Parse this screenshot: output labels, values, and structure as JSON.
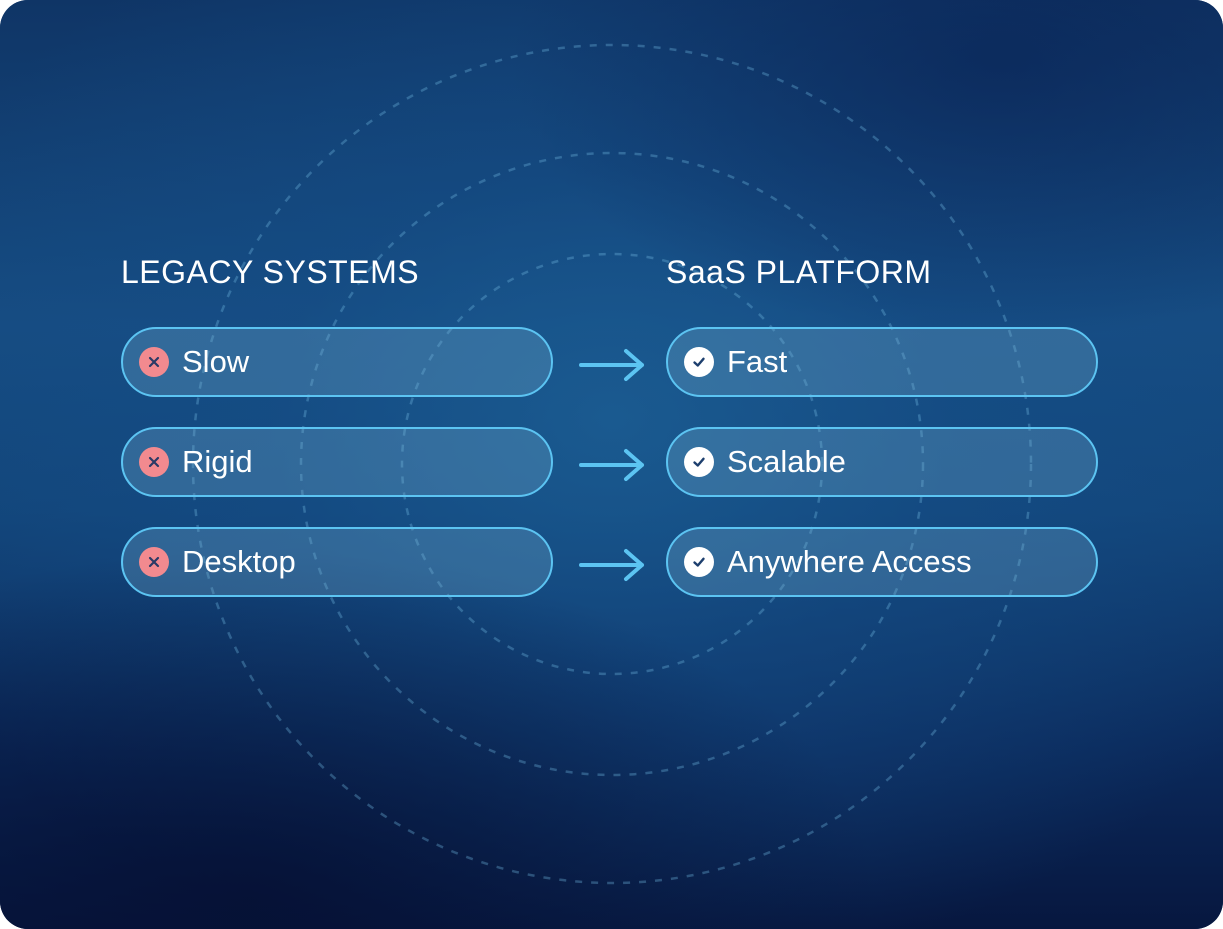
{
  "headings": {
    "left": "LEGACY SYSTEMS",
    "right": "SaaS PLATFORM"
  },
  "rows": [
    {
      "from": "Slow",
      "to": "Fast"
    },
    {
      "from": "Rigid",
      "to": "Scalable"
    },
    {
      "from": "Desktop",
      "to": "Anywhere Access"
    }
  ],
  "icons": {
    "from": "x-circle-icon",
    "to": "check-circle-icon",
    "connector": "arrow-right-icon"
  },
  "colors": {
    "pill_border": "#5cc4f2",
    "arrow": "#5cc4f2",
    "x_icon": "#f28a8f",
    "check_icon": "#ffffff"
  }
}
